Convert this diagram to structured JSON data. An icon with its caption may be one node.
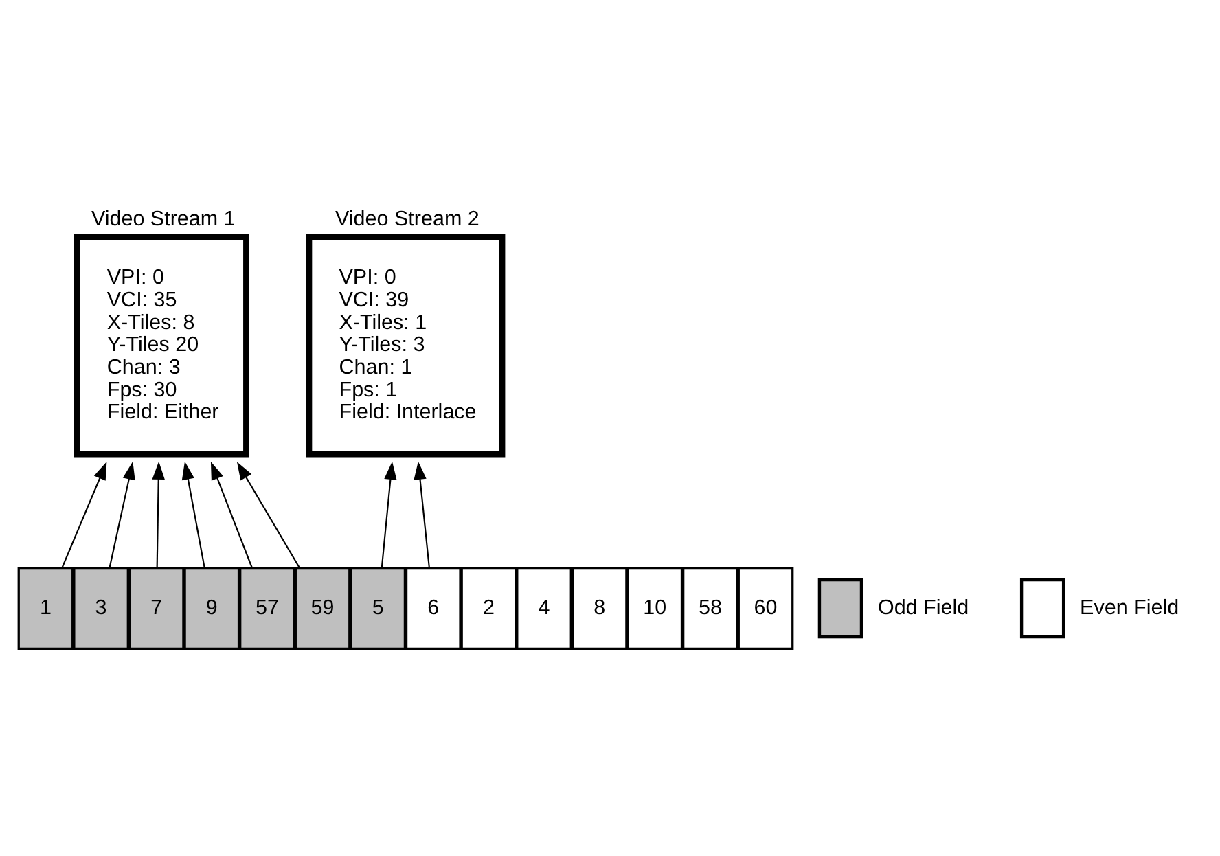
{
  "diagram": {
    "nodes": [
      {
        "text": [
          "Video Stream 1",
          "VPI: 0",
          "VCI: 35",
          "X-Tiles: 8",
          "Y-Tiles 20",
          "Chan: 3",
          "Fps: 30",
          "Field: Either"
        ]
      },
      {
        "text": [
          "Video Stream 2",
          "VPI: 0",
          "VCI: 39",
          "X-Tiles: 1",
          "Y-Tiles: 3",
          "Chan: 1",
          "Fps: 1",
          "Field: Interlace"
        ]
      },
      {
        "text": [
          "1"
        ]
      },
      {
        "text": [
          "2"
        ]
      },
      {
        "text": [
          "3"
        ]
      },
      {
        "text": [
          "4"
        ]
      },
      {
        "text": [
          "5"
        ]
      },
      {
        "text": [
          "6"
        ]
      },
      {
        "text": [
          "7"
        ]
      },
      {
        "text": [
          "8"
        ]
      },
      {
        "text": [
          "9"
        ]
      },
      {
        "text": [
          "10"
        ]
      },
      {
        "text": [
          "57"
        ]
      },
      {
        "text": [
          "58"
        ]
      },
      {
        "text": [
          "59"
        ]
      },
      {
        "text": [
          "60"
        ]
      }
    ],
    "edges": [
      {
        "from": 2,
        "to": 0,
        "arrow": "to"
      },
      {
        "from": 4,
        "to": 0,
        "arrow": "to"
      },
      {
        "from": 8,
        "to": 0,
        "arrow": "to"
      },
      {
        "from": 10,
        "to": 0,
        "arrow": "to"
      },
      {
        "from": 12,
        "to": 0,
        "arrow": "to"
      },
      {
        "from": 14,
        "to": 0,
        "arrow": "to"
      },
      {
        "from": 6,
        "to": 1,
        "arrow": "to"
      },
      {
        "from": 7,
        "to": 1,
        "arrow": "to"
      }
    ],
    "legend": [
      {
        "text": "Odd Field",
        "color": "#bfbfbf"
      },
      {
        "text": "Even Field",
        "color": "#ffffff"
      }
    ]
  }
}
